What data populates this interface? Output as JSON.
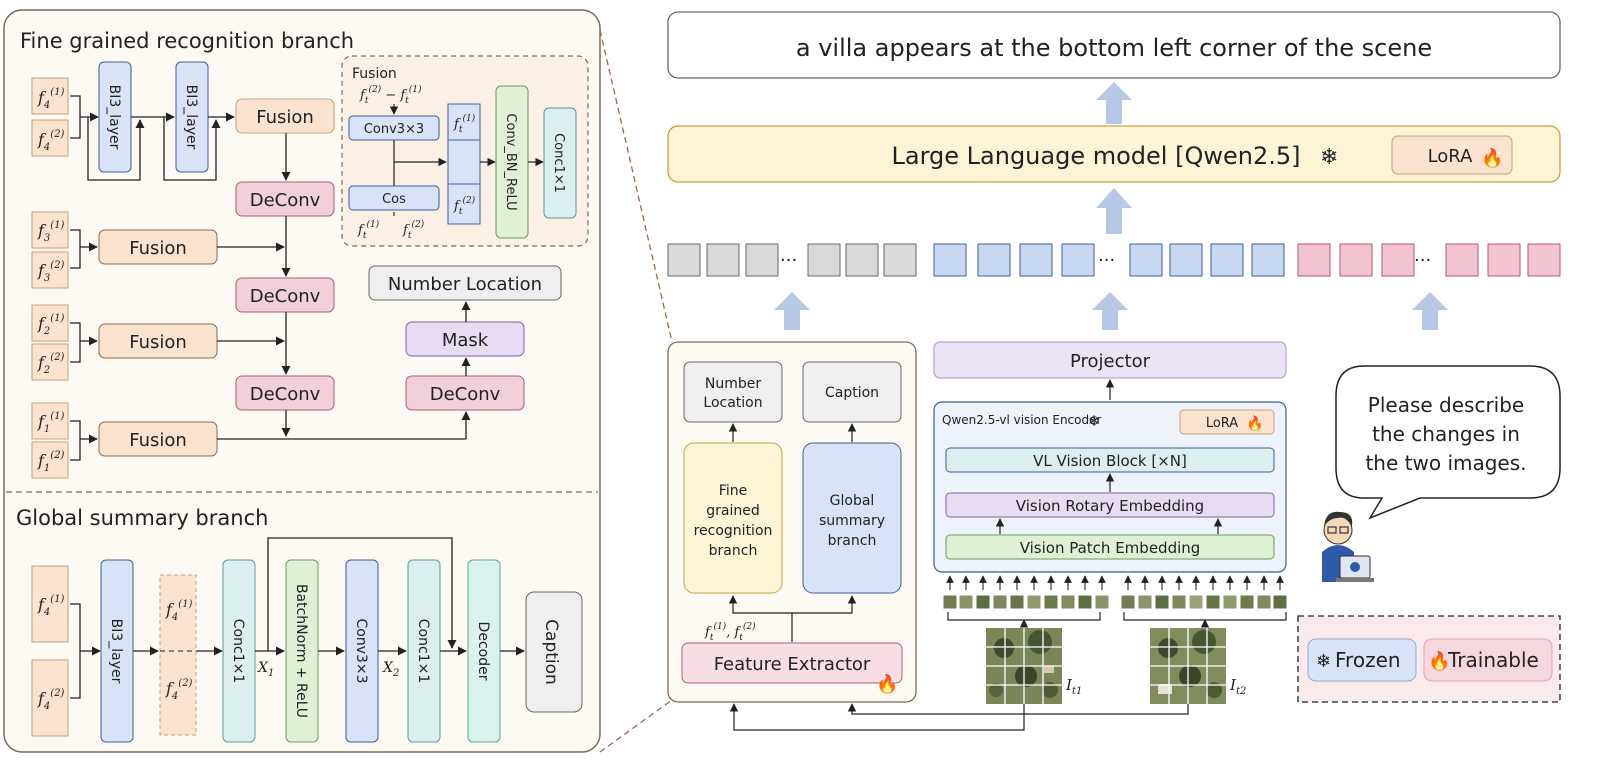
{
  "colors": {
    "peach": "#fbe3cf",
    "peach_stroke": "#c9a07a",
    "pink": "#f2d0da",
    "pink_stroke": "#b05a76",
    "blue": "#d8e3f7",
    "blue_stroke": "#3a5f9a",
    "teal": "#dcefef",
    "teal_stroke": "#5a9a9a",
    "green": "#dff0d5",
    "green_stroke": "#6a9a55",
    "lavender": "#e7dcf2",
    "lavender_stroke": "#8060a8",
    "yellow": "#fdf4d6",
    "yellow_stroke": "#c9a040",
    "grey": "#efefef",
    "grey_stroke": "#666666",
    "token_grey": "#d9d9d9",
    "token_blue": "#c9d8f2",
    "token_pink": "#f2c4cf",
    "arrow_up": "#b7c7e6",
    "speech_text": "#4a7a2a"
  },
  "fine_branch": {
    "title": "Fine grained recognition branch",
    "bi3_layer": "BI3_layer",
    "fusion": "Fusion",
    "deconv": "DeConv",
    "mask": "Mask",
    "number_location": "Number Location",
    "feat": {
      "f4_1": "f",
      "sup_1": "(1)",
      "sup_2": "(2)",
      "sub4": "4",
      "sub3": "3",
      "sub2": "2",
      "sub1": "1",
      "subt": "t"
    }
  },
  "fusion_detail": {
    "title": "Fusion",
    "diff_label": "f_t^(2) − f_t^(1)",
    "conv": "Conv3×3",
    "cos": "Cos",
    "bottom_label_1": "f_t^(1)",
    "bottom_label_2": "f_t^(2)",
    "conv_bn_relu": "Conv_BN_ReLU",
    "conc": "Conc1×1"
  },
  "global_branch": {
    "title": "Global summary branch",
    "bi3_layer": "BI3_layer",
    "conc1": "Conc1×1",
    "batchnorm": "BatchNorm + ReLU",
    "conv3": "Conv3×3",
    "conc2": "Conc1×1",
    "decoder": "Decoder",
    "caption": "Caption",
    "x1": "X",
    "x2": "X",
    "x1_sub": "1",
    "x2_sub": "2"
  },
  "right": {
    "output_text": "a villa appears at the bottom left corner of the scene",
    "llm_label": "Large Language model [Qwen2.5]",
    "lora": "LoRA",
    "projector": "Projector",
    "encoder_title": "Qwen2.5-vl vision Encoder",
    "encoder_lora": "LoRA",
    "vl_block": "VL Vision Block [×N]",
    "rotary": "Vision Rotary Embedding",
    "patch": "Vision Patch Embedding",
    "speech": [
      "Please describe",
      "the changes in",
      "the two images."
    ],
    "legend_frozen": "Frozen",
    "legend_trainable": "Trainable",
    "img1_label": "I",
    "img1_sub": "t1",
    "img2_label": "I",
    "img2_sub": "t2",
    "dots": "···"
  },
  "inner_panel": {
    "number_location": [
      "Number",
      "Location"
    ],
    "caption": "Caption",
    "fine": [
      "Fine",
      "grained",
      "recognition",
      "branch"
    ],
    "global": [
      "Global",
      "summary",
      "branch"
    ],
    "feature_label": "f_t^(1), f_t^(2)",
    "feature_extractor": "Feature Extractor"
  }
}
